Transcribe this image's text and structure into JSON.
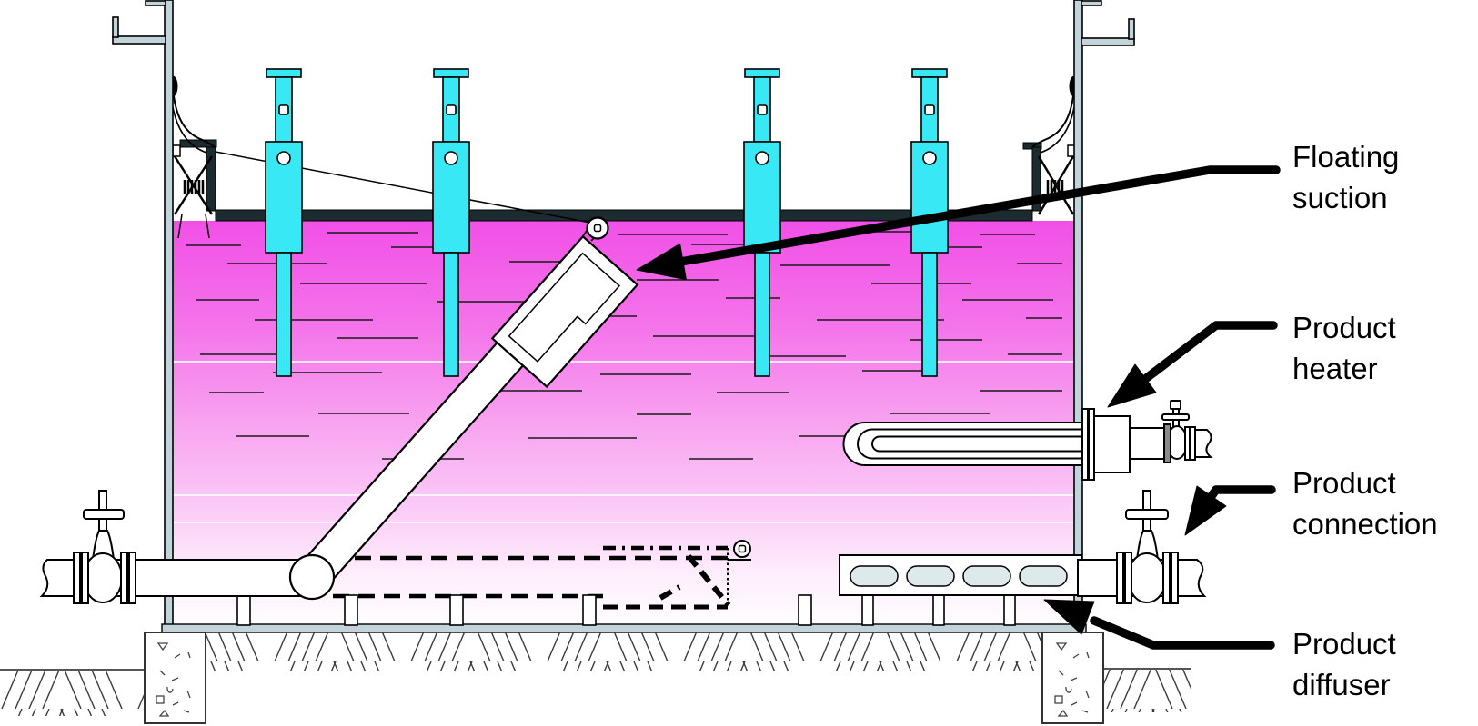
{
  "labels": {
    "floating_suction": "Floating suction",
    "product_heater": "Product heater",
    "product_connection": "Product connection",
    "product_diffuser": "Product diffuser"
  },
  "colors": {
    "liquid_top": "#f150e7",
    "liquid_mid": "#f8a3f0",
    "liquid_bottom": "#fffdff",
    "support_leg": "#38e8f4",
    "roof_deck": "#1c2b2f",
    "tank_wall": "#c2d3da",
    "diffuser_slot": "#dee9eb",
    "leader_line": "#000000",
    "label_text": "#000000"
  }
}
